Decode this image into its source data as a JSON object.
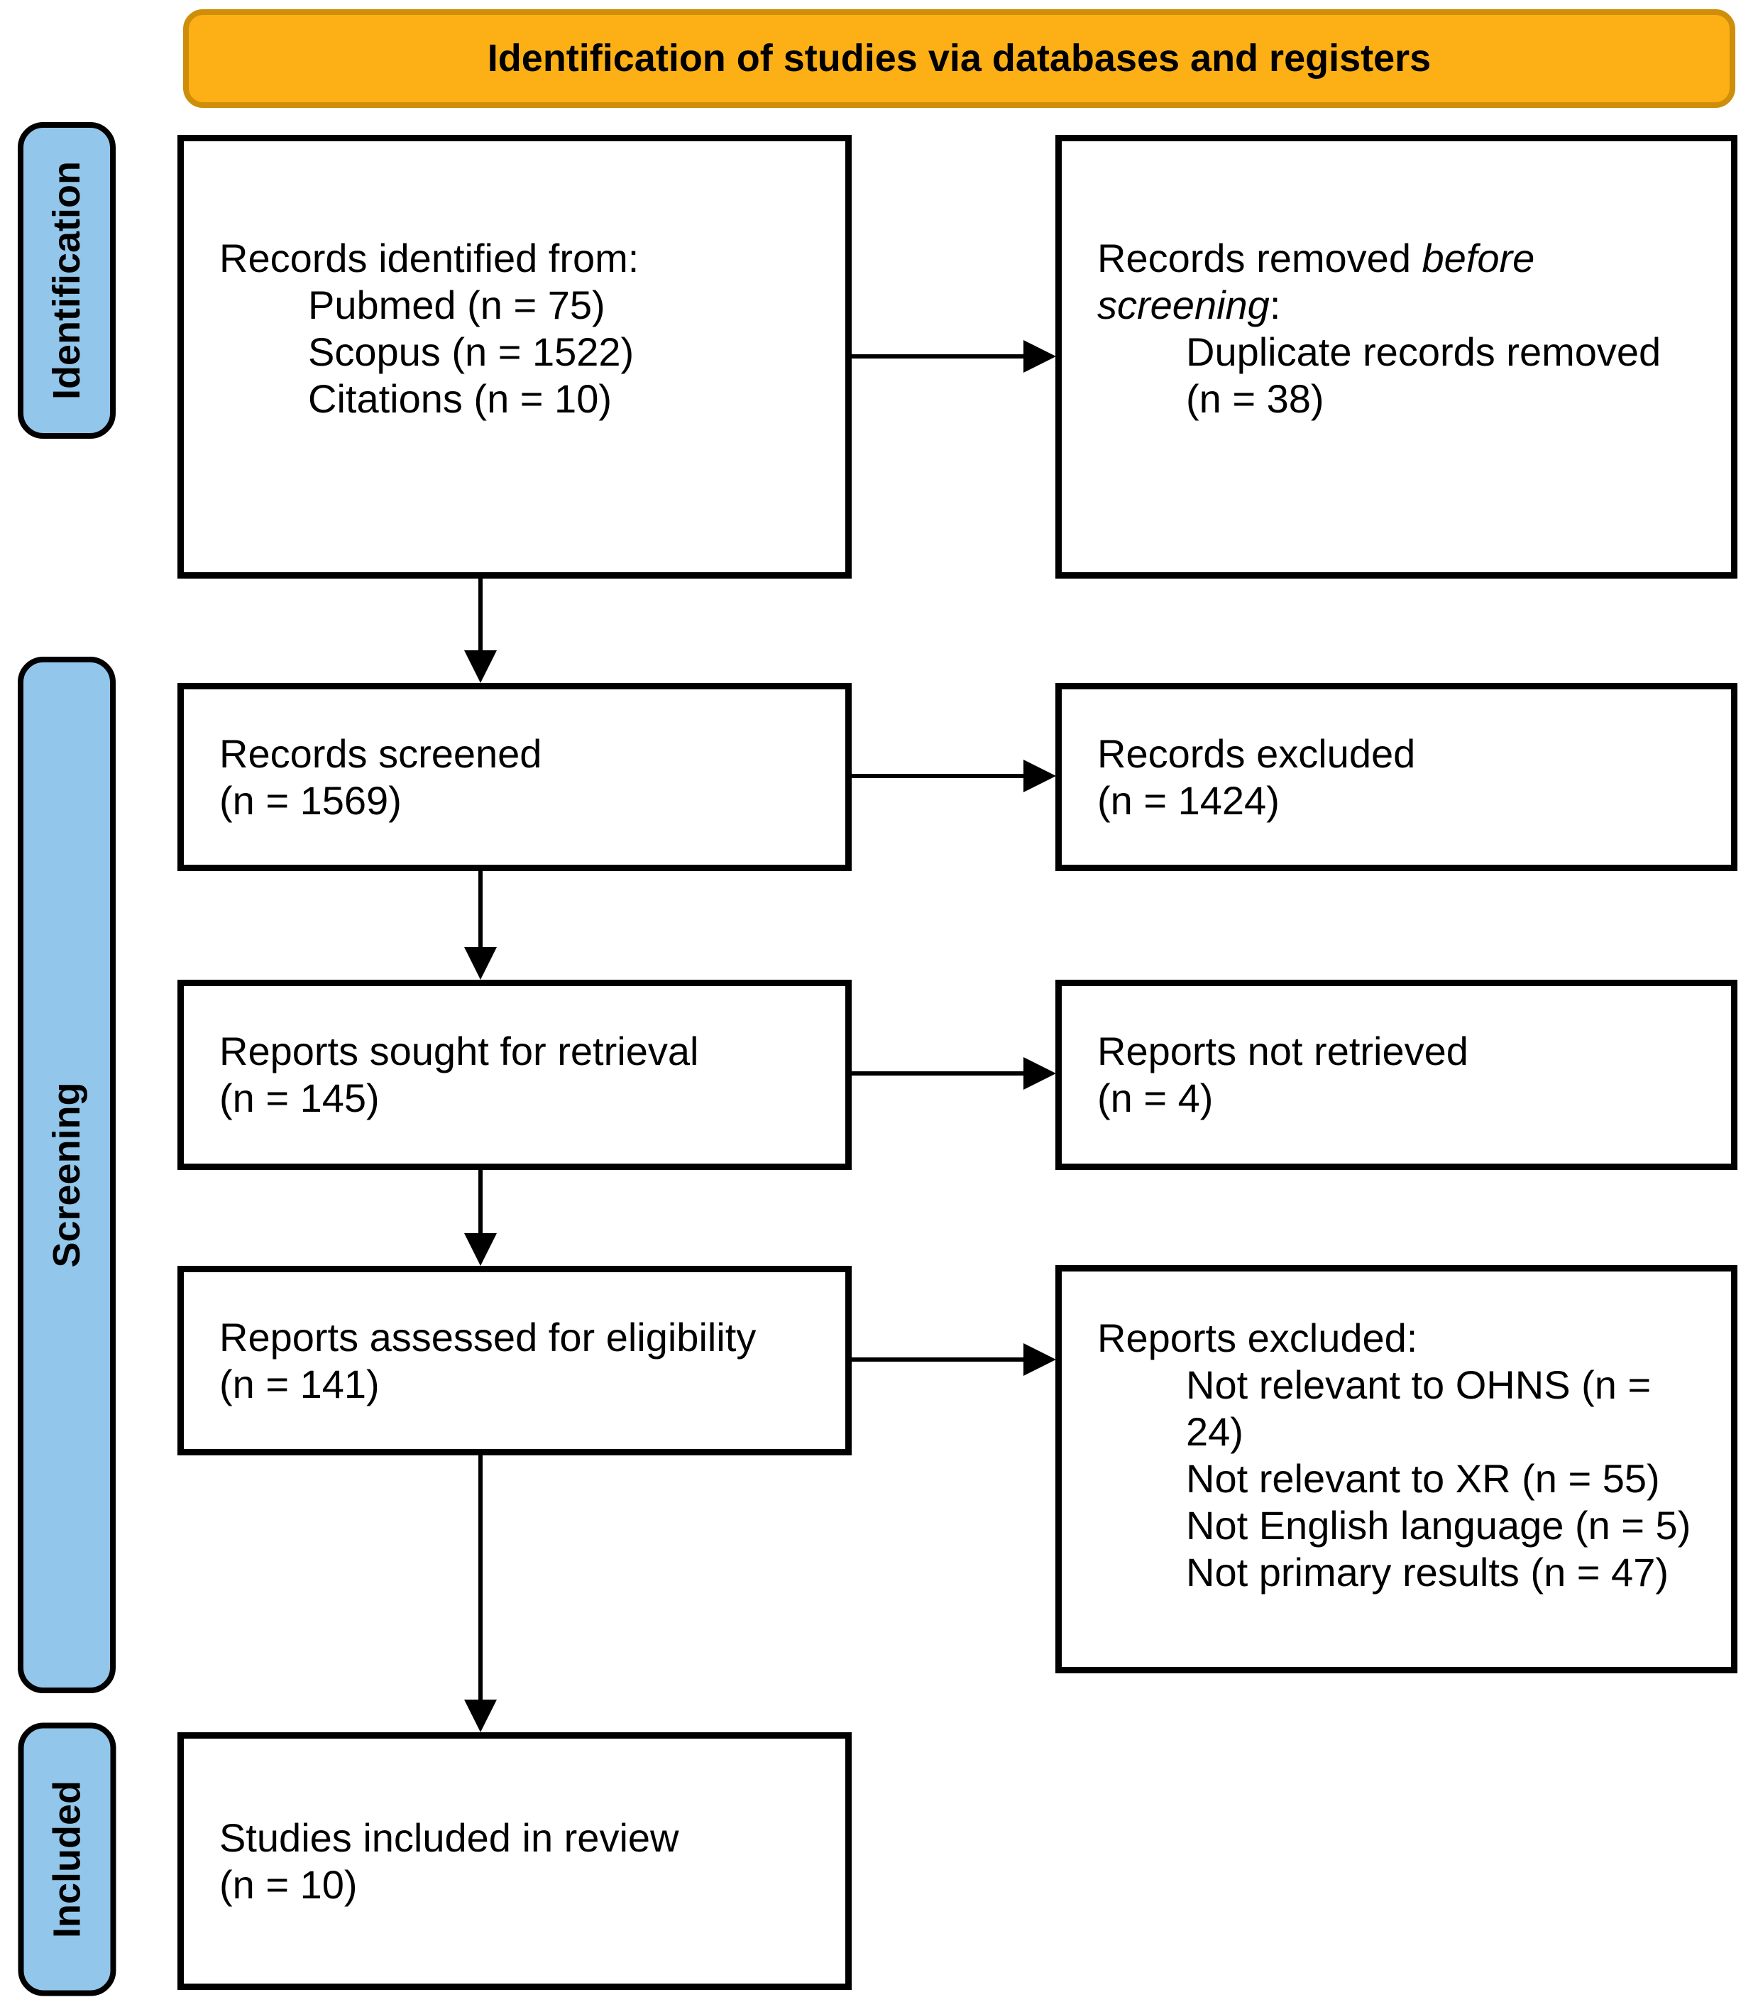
{
  "banner": {
    "title": "Identification of studies via databases and registers"
  },
  "colors": {
    "banner_fill": "#FCB016",
    "banner_border": "#CE8E09",
    "stage_fill": "#92C6EA",
    "ink": "#000000"
  },
  "stages": {
    "identification": "Identification",
    "screening": "Screening",
    "included": "Included"
  },
  "boxes": {
    "identified": {
      "title": "Records identified from:",
      "items": [
        "Pubmed (n = 75)",
        "Scopus (n = 1522)",
        "Citations (n = 10)"
      ]
    },
    "removed": {
      "l1a": "Records removed ",
      "l1b": "before",
      "l2a": "screening",
      "l2b": ":",
      "items": [
        "Duplicate records removed",
        "(n = 38)"
      ]
    },
    "screened": {
      "title": "Records screened",
      "count": "(n = 1569)"
    },
    "excluded": {
      "title": "Records excluded",
      "count": "(n = 1424)"
    },
    "sought": {
      "title": "Reports sought for retrieval",
      "count": "(n = 145)"
    },
    "not_retrieved": {
      "title": "Reports not retrieved",
      "count": "(n = 4)"
    },
    "assessed": {
      "title": "Reports assessed for eligibility",
      "count": "(n = 141)"
    },
    "reports_excluded": {
      "title": "Reports excluded:",
      "items": [
        "Not relevant to OHNS (n =",
        "24)",
        "Not relevant to XR (n = 55)",
        "Not English language (n = 5)",
        "Not primary results (n = 47)"
      ]
    },
    "included_studies": {
      "title": "Studies included in review",
      "count": "(n = 10)"
    }
  }
}
